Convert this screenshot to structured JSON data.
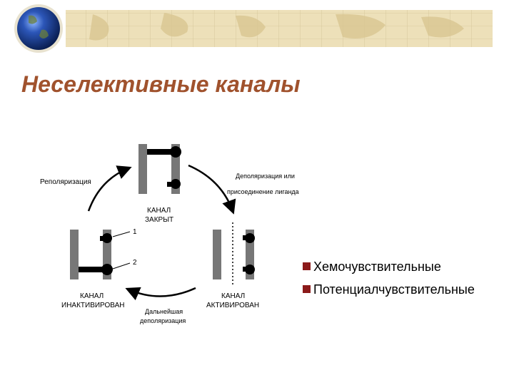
{
  "slide": {
    "title": "Неселективные каналы"
  },
  "diagram": {
    "labels": {
      "repolarization": "Реполяризация",
      "depolarization_line1": "Деполяризация или",
      "depolarization_line2": "присоединение лиганда",
      "closed_line1": "КАНАЛ",
      "closed_line2": "ЗАКРЫТ",
      "gate_1": "1",
      "gate_2": "2",
      "inactivated_line1": "КАНАЛ",
      "inactivated_line2": "ИНАКТИВИРОВАН",
      "activated_line1": "КАНАЛ",
      "activated_line2": "АКТИВИРОВАН",
      "further_line1": "Дальнейшая",
      "further_line2": "деполяризация"
    }
  },
  "bullets": {
    "items": [
      {
        "label": "Хемочувствительные"
      },
      {
        "label": "Потенциалчувствительные"
      }
    ]
  },
  "colors": {
    "title": "#a0522d",
    "bullet_mark": "#8b1a1a",
    "channel_wall": "#777777",
    "banner_map": "#ede0b9",
    "globe": "#1f3f8a"
  },
  "icons": {
    "globe": "globe-icon",
    "bullet": "square-bullet-icon"
  }
}
